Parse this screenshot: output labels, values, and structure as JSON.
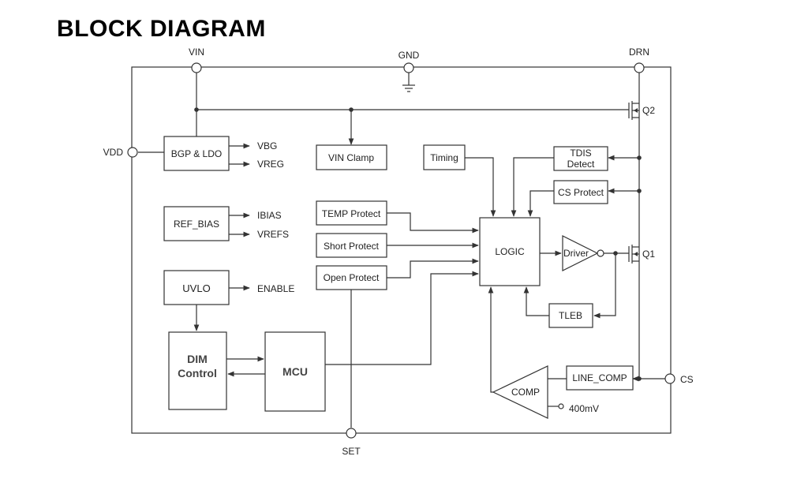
{
  "title": "BLOCK DIAGRAM",
  "pins": {
    "vin": "VIN",
    "gnd": "GND",
    "drn": "DRN",
    "vdd": "VDD",
    "set": "SET",
    "cs": "CS"
  },
  "blocks": {
    "bgp_ldo": "BGP & LDO",
    "vin_clamp": "VIN Clamp",
    "timing": "Timing",
    "tdis_detect_line1": "TDIS",
    "tdis_detect_line2": "Detect",
    "cs_protect": "CS Protect",
    "ref_bias": "REF_BIAS",
    "temp_protect": "TEMP Protect",
    "short_protect": "Short Protect",
    "open_protect": "Open Protect",
    "logic": "LOGIC",
    "driver": "Driver",
    "uvlo": "UVLO",
    "dim_control_line1": "DIM",
    "dim_control_line2": "Control",
    "mcu": "MCU",
    "tleb": "TLEB",
    "line_comp": "LINE_COMP",
    "comp": "COMP"
  },
  "signals": {
    "vbg": "VBG",
    "vreg": "VREG",
    "ibias": "IBIAS",
    "vrefs": "VREFS",
    "enable": "ENABLE",
    "vref_400mv": "400mV"
  },
  "transistors": {
    "q1": "Q1",
    "q2": "Q2"
  }
}
